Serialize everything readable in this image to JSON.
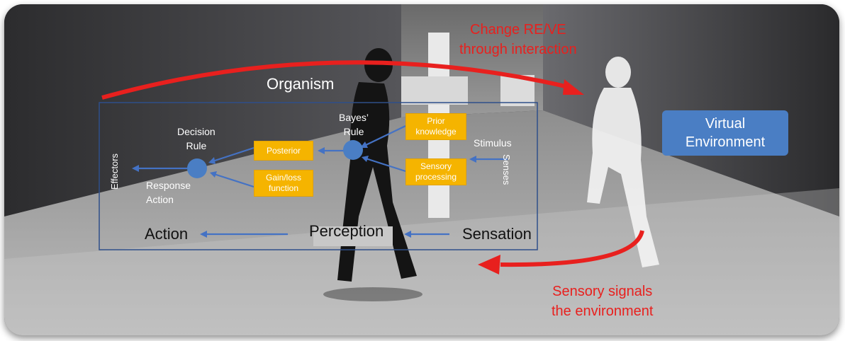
{
  "top_annotation": [
    "Change RE/VE",
    "through interaction"
  ],
  "bottom_annotation": [
    "Sensory signals",
    "the environment"
  ],
  "organism_label": "Organism",
  "virtual_environment": [
    "Virtual",
    "Environment"
  ],
  "decision_rule": [
    "Decision",
    "Rule"
  ],
  "bayes_rule": [
    "Bayes’",
    "Rule"
  ],
  "boxes": {
    "posterior": "Posterior",
    "gain_loss": [
      "Gain/loss",
      "function"
    ],
    "prior": [
      "Prior",
      "knowledge"
    ],
    "sensory_processing": [
      "Sensory",
      "processing"
    ]
  },
  "stimulus": "Stimulus",
  "senses": "Senses",
  "effectors": "Effectors",
  "response_action": [
    "Response",
    "Action"
  ],
  "bottom_row": {
    "action": "Action",
    "perception": "Perception",
    "sensation": "Sensation"
  },
  "colors": {
    "arrow_blue": "#4472c4",
    "node_blue": "#4a7ec4",
    "box_orange": "#f5b400",
    "annotation_red": "#e8201e"
  }
}
